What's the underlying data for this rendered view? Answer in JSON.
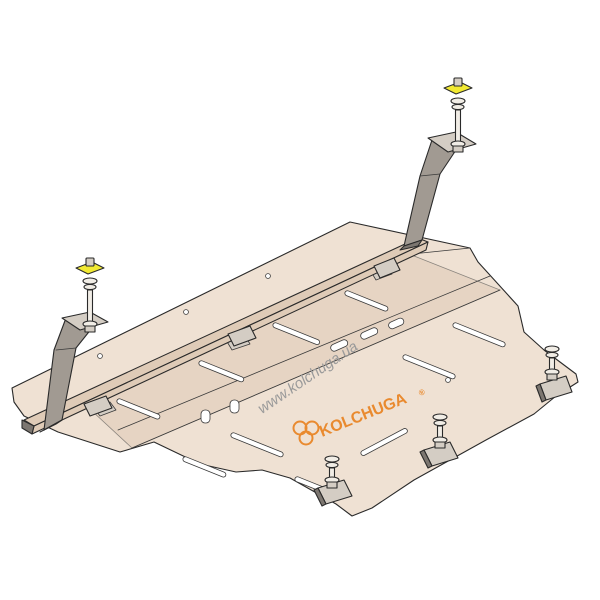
{
  "watermark": {
    "brand": "KOLCHUGA",
    "registered_mark": "®",
    "url": "www.kolchuga.ua",
    "logo_icon": "kolchuga-rings-logo-icon"
  },
  "colors": {
    "plate_fill": "#efe1d3",
    "plate_shade": "#e2d0be",
    "rib_fill": "#dfcbb7",
    "bracket_fill": "#a19a92",
    "bracket_shade": "#7c7670",
    "clamp_fill": "#d4cdc4",
    "bolt_fill": "#f1ede6",
    "nut_yellow": "#f2ea32",
    "outline": "#2a2a2a",
    "logo_orange": "#e98a2f",
    "watermark_gray": "#9a9a9a"
  },
  "parts": {
    "plate": "skid-plate",
    "rails": "front-mounting-rail",
    "brackets": [
      "left-support-bracket",
      "right-support-bracket"
    ],
    "bolt_sets": [
      "bolt-left-top",
      "bolt-right-top",
      "bolt-rear-right",
      "bolt-center-right",
      "bolt-center-bottom"
    ]
  }
}
